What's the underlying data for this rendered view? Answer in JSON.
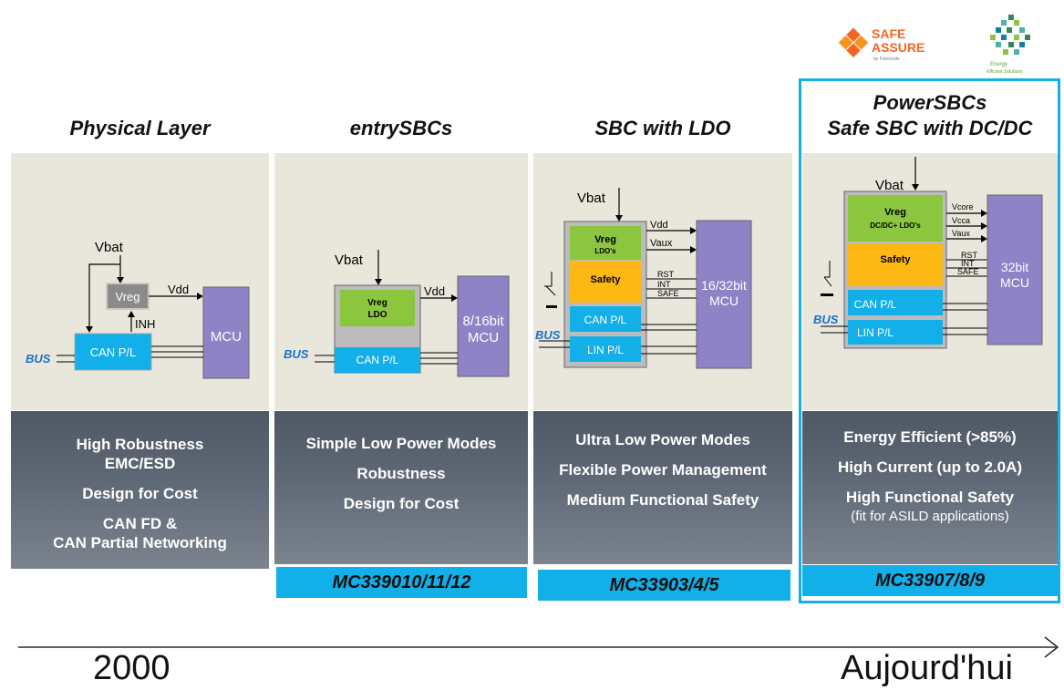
{
  "columns": [
    {
      "title": "Physical Layer",
      "features": [
        "High Robustness",
        "EMC/ESD",
        "Design for Cost",
        "CAN FD &",
        "CAN Partial Networking"
      ],
      "diagram": {
        "vbat": "Vbat",
        "vreg": "Vreg",
        "vdd": "Vdd",
        "inh": "INH",
        "canpl": "CAN P/L",
        "mcu": "MCU",
        "bus": "BUS"
      }
    },
    {
      "title": "entrySBCs",
      "features": [
        "Simple Low Power Modes",
        "Robustness",
        "Design for Cost"
      ],
      "part": "MC339010/11/12",
      "diagram": {
        "vbat": "Vbat",
        "vreg": "Vreg",
        "ldo": "LDO",
        "vdd": "Vdd",
        "canpl": "CAN P/L",
        "mcu_bits": "8/16bit",
        "mcu": "MCU",
        "bus": "BUS"
      }
    },
    {
      "title": "SBC with LDO",
      "features": [
        "Ultra Low Power Modes",
        "Flexible Power Management",
        "Medium Functional Safety"
      ],
      "part": "MC33903/4/5",
      "diagram": {
        "vbat": "Vbat",
        "vreg": "Vreg",
        "ldos": "LDO's",
        "safety": "Safety",
        "canpl": "CAN P/L",
        "linpl": "LIN P/L",
        "vdd": "Vdd",
        "vaux": "Vaux",
        "rst": "RST",
        "int": "INT",
        "safe": "SAFE",
        "mcu_bits": "16/32bit",
        "mcu": "MCU",
        "bus": "BUS"
      }
    },
    {
      "title": "PowerSBCs",
      "subtitle": "Safe SBC with DC/DC",
      "features": [
        "Energy Efficient (>85%)",
        "High Current (up to 2.0A)",
        "High Functional Safety"
      ],
      "features_note": "(fit for ASILD applications)",
      "part": "MC33907/8/9",
      "diagram": {
        "vbat": "Vbat",
        "vreg": "Vreg",
        "dcdc": "DC/DC+ LDO's",
        "safety": "Safety",
        "canpl": "CAN P/L",
        "linpl": "LIN P/L",
        "vcore": "Vcore",
        "vcca": "Vcca",
        "vaux": "Vaux",
        "rst": "RST",
        "int": "INT",
        "safe": "SAFE",
        "mcu_bits": "32bit",
        "mcu": "MCU",
        "bus": "BUS"
      }
    }
  ],
  "logos": {
    "safe_assure_line1": "SAFE",
    "safe_assure_line2": "ASSURE",
    "safe_assure_tag": "by Freescale",
    "energy_line1": "Energy",
    "energy_line2": "Efficient Solutions"
  },
  "timeline": {
    "start": "2000",
    "end": "Aujourd'hui"
  },
  "colors": {
    "accent": "#12afe8",
    "vreg_green": "#8cc63f",
    "safety_orange": "#fdb813",
    "mcu_purple": "#8e83c6",
    "panel": "#e9e6db"
  }
}
